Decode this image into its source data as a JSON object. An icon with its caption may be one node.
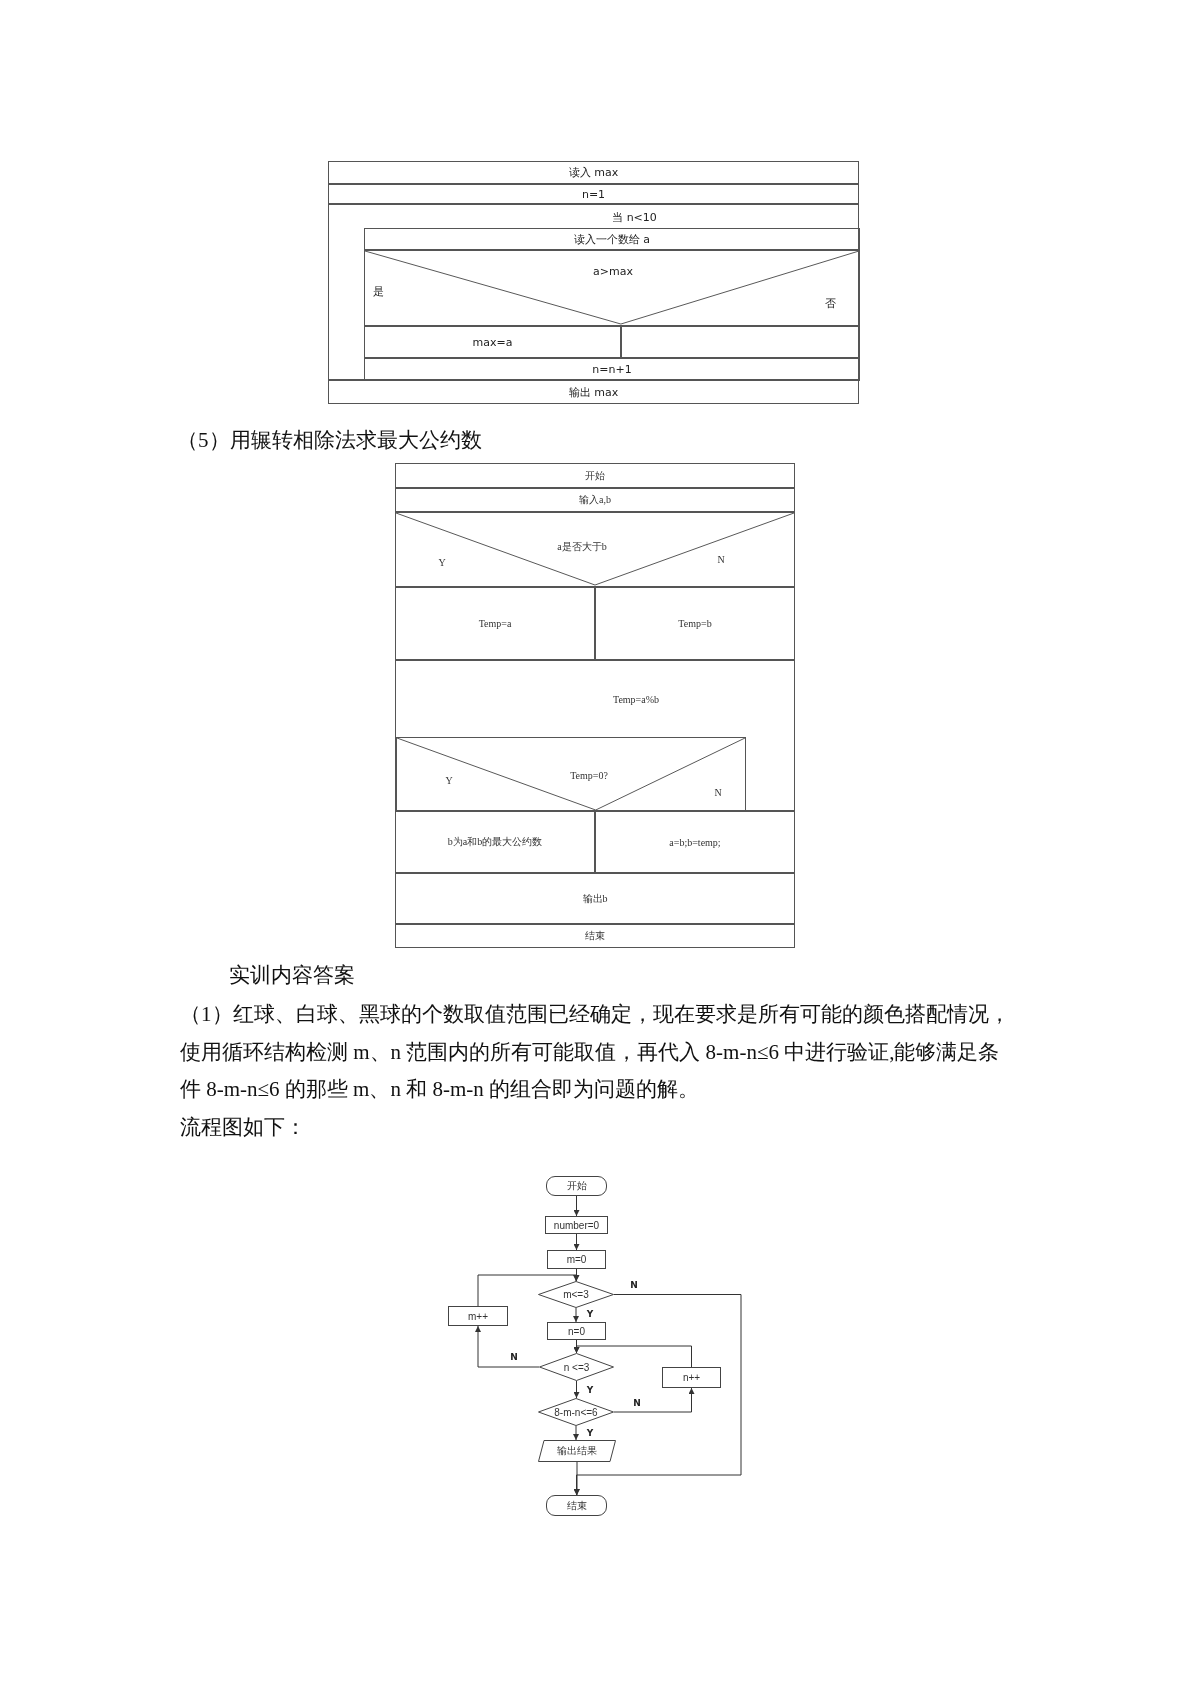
{
  "diagram": {
    "nodes": [
      {
        "text": [
          "读入 max"
        ]
      },
      {
        "text": [
          "n=1"
        ]
      },
      {
        "text": [
          "当 n<10"
        ]
      },
      {
        "text": [
          "读入一个数给 a"
        ],
        "in": 2
      },
      {
        "text": [
          "a>max",
          "是",
          "否"
        ],
        "in": 2
      },
      {
        "text": [
          "max=a"
        ],
        "in": 2
      },
      {
        "text": [],
        "shape": "box",
        "in": 2
      },
      {
        "text": [
          "n=n+1"
        ],
        "in": 2
      },
      {
        "text": [
          "输出 max"
        ]
      },
      {
        "text": [
          "开始"
        ]
      },
      {
        "text": [
          "输入a,b"
        ]
      },
      {
        "text": [
          "a是否大于b",
          "Y",
          "N"
        ]
      },
      {
        "text": [
          "Temp=a"
        ]
      },
      {
        "text": [
          "Temp=b"
        ]
      },
      {
        "text": [
          "Temp=a%b"
        ]
      },
      {
        "text": [
          "Temp=0?",
          "Y",
          "N"
        ],
        "in": 14
      },
      {
        "text": [
          "b为a和b的最大公约数"
        ]
      },
      {
        "text": [
          "a=b;b=temp;"
        ]
      },
      {
        "text": [
          "输出b"
        ]
      },
      {
        "text": [
          "结束"
        ]
      },
      {
        "text": [
          "开始"
        ]
      },
      {
        "text": [
          "number=0"
        ]
      },
      {
        "text": [
          "m=0"
        ]
      },
      {
        "text": [
          "m<=3"
        ]
      },
      {
        "text": [
          "m++"
        ]
      },
      {
        "text": [
          "n=0"
        ]
      },
      {
        "text": [
          "n <=3"
        ]
      },
      {
        "text": [
          "n++"
        ]
      },
      {
        "text": [
          "8-m-n<=6"
        ]
      },
      {
        "text": [
          "输出结果"
        ]
      },
      {
        "text": [
          "结束"
        ]
      }
    ],
    "edges": [
      {
        "from": 20,
        "to": 21,
        "arrow": "to"
      },
      {
        "from": 21,
        "to": 22,
        "arrow": "to"
      },
      {
        "from": 22,
        "to": 23,
        "arrow": "to"
      },
      {
        "from": 23,
        "to": 25,
        "arrow": "to",
        "label": "Y"
      },
      {
        "from": 23,
        "to": 30,
        "arrow": "to",
        "label": "N"
      },
      {
        "from": 25,
        "to": 26,
        "arrow": "to"
      },
      {
        "from": 26,
        "to": 28,
        "arrow": "to",
        "label": "Y"
      },
      {
        "from": 26,
        "to": 24,
        "arrow": "to",
        "label": "N"
      },
      {
        "from": 24,
        "to": 23,
        "arrow": "to"
      },
      {
        "from": 28,
        "to": 27,
        "arrow": "to",
        "label": "N"
      },
      {
        "from": 27,
        "to": 26,
        "arrow": "to"
      },
      {
        "from": 28,
        "to": 29,
        "arrow": "to",
        "label": "Y"
      },
      {
        "from": 29,
        "to": 30,
        "arrow": "to"
      }
    ],
    "labels": [
      "（5）用辗转相除法求最大公约数",
      "实训内容答案",
      "（1）红球、白球、黑球的个数取值范围已经确定，现在要求是所有可能的颜色搭配情况，使用循环结构检测 m、n 范围内的所有可能取值，再代入 8-m-n≤6 中进行验证,能够满足条件 8-m-n≤6 的那些 m、n 和 8-m-n 的组合即为问题的解。",
      "流程图如下："
    ]
  }
}
